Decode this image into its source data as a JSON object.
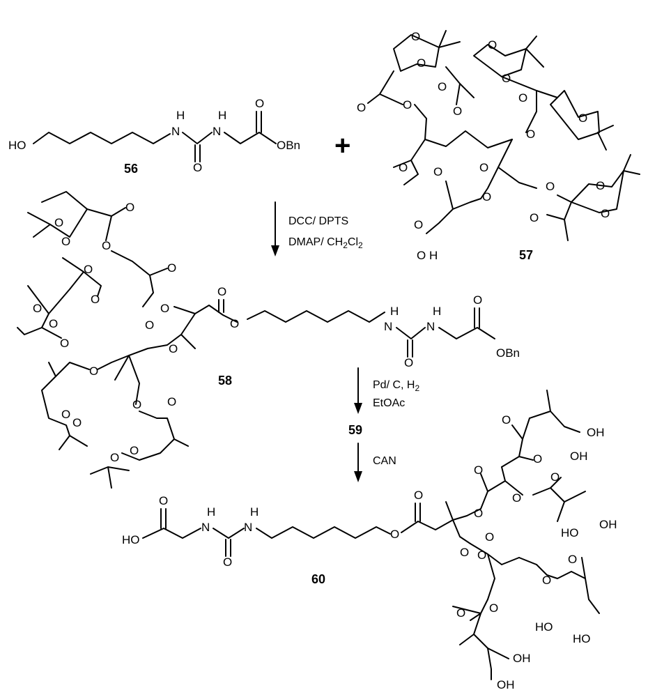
{
  "compounds": {
    "c56": "56",
    "c57": "57",
    "c58": "58",
    "c59": "59",
    "c60": "60"
  },
  "plus_sign": "+",
  "reagents": {
    "step1_line1": "DCC/ DPTS",
    "step1_line2_prefix": "DMAP/ CH",
    "step1_sub1": "2",
    "step1_mid": "Cl",
    "step1_sub2": "2",
    "step2_line1_prefix": "Pd/ C, H",
    "step2_sub": "2",
    "step2_line2": "EtOAc",
    "step3": "CAN"
  },
  "atoms": {
    "ho": "HO",
    "h": "H",
    "n": "N",
    "o": "O",
    "obn": "OBn",
    "oh": "OH",
    "o_h": "O H"
  }
}
